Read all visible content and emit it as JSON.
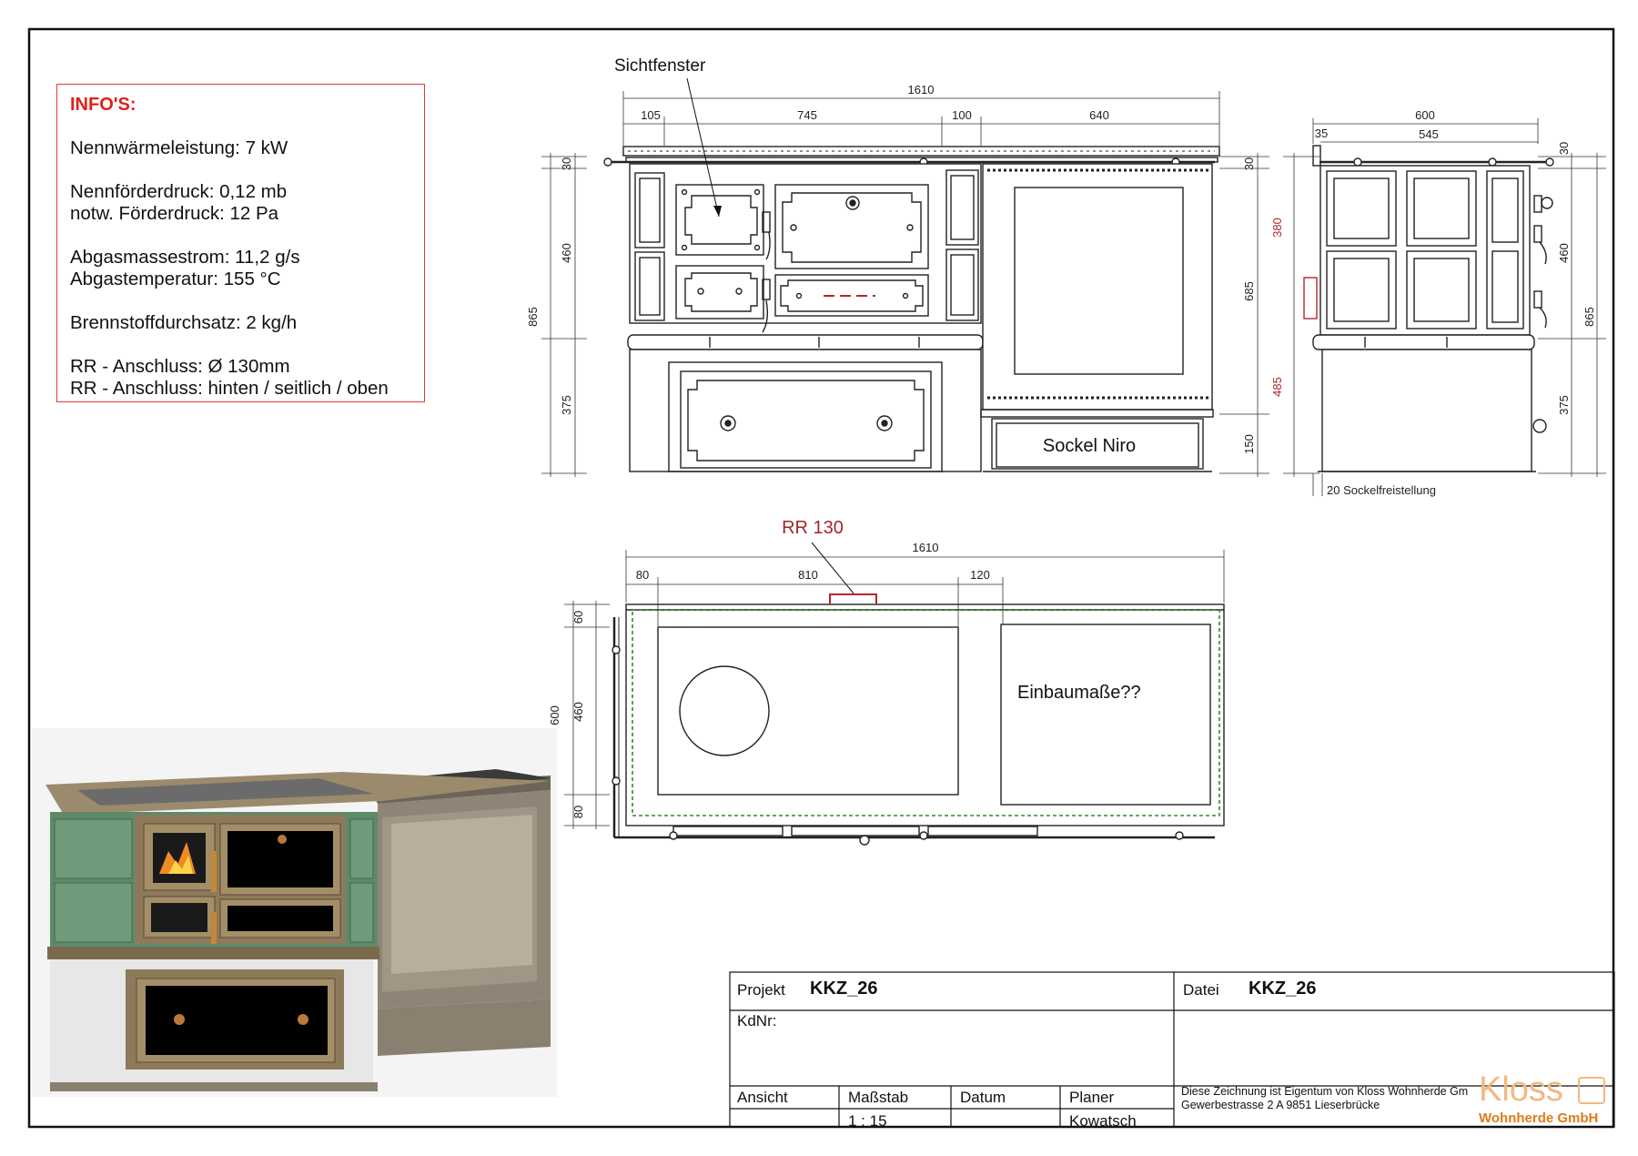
{
  "info": {
    "title": "INFO'S:",
    "lines": {
      "nennwaerme": "Nennwärmeleistung: 7 kW",
      "nennfoerder": "Nennförderdruck: 0,12 mb",
      "notw_foerder": "notw. Förderdruck: 12 Pa",
      "abgasmasse": "Abgasmassestrom: 11,2 g/s",
      "abgastemp": "Abgastemperatur: 155 °C",
      "brennstoff": "Brennstoffdurchsatz: 2 kg/h",
      "rr_diameter": "RR - Anschluss: Ø 130mm",
      "rr_position": "RR - Anschluss: hinten / seitlich / oben"
    }
  },
  "front_view": {
    "label_sichtfenster": "Sichtfenster",
    "label_sockel": "Sockel Niro",
    "dim_total": "1610",
    "dim_a": "105",
    "dim_b": "745",
    "dim_c": "100",
    "dim_d": "640",
    "dim_30_left": "30",
    "dim_30_right": "30",
    "dim_460": "460",
    "dim_865": "865",
    "dim_375": "375",
    "dim_685": "685",
    "dim_150": "150"
  },
  "side_view": {
    "dim_600": "600",
    "dim_35": "35",
    "dim_545": "545",
    "dim_30": "30",
    "dim_380": "380",
    "dim_485": "485",
    "dim_460": "460",
    "dim_865": "865",
    "dim_375": "375",
    "label_sockel": "20 Sockelfreistellung"
  },
  "top_view": {
    "label_rr": "RR 130",
    "label_einbau": "Einbaumaße??",
    "dim_total": "1610",
    "dim_80": "80",
    "dim_810": "810",
    "dim_120": "120",
    "dim_60": "60",
    "dim_600": "600",
    "dim_460": "460",
    "dim_80b": "80"
  },
  "title_block": {
    "projekt_label": "Projekt",
    "projekt_value": "KKZ_26",
    "datei_label": "Datei",
    "datei_value": "KKZ_26",
    "kdnr_label": "KdNr:",
    "ansicht_label": "Ansicht",
    "massstab_label": "Maßstab",
    "massstab_value": "1 : 15",
    "datum_label": "Datum",
    "planer_label": "Planer",
    "planer_value": "Kowatsch",
    "owner_line1": "Diese Zeichnung ist Eigentum von Kloss Wohnherde Gm",
    "owner_line2": "Gewerbestrasse 2 A 9851 Lieserbrücke",
    "logo_word": "Kloss",
    "logo_company": "Wohnherde GmbH"
  },
  "colors": {
    "red_dim": "#b3272c",
    "brand_orange": "#e07a18",
    "info_red": "#e0201b",
    "tile_green": "#5e8a6a",
    "frame_bronze": "#8d7a5a"
  }
}
